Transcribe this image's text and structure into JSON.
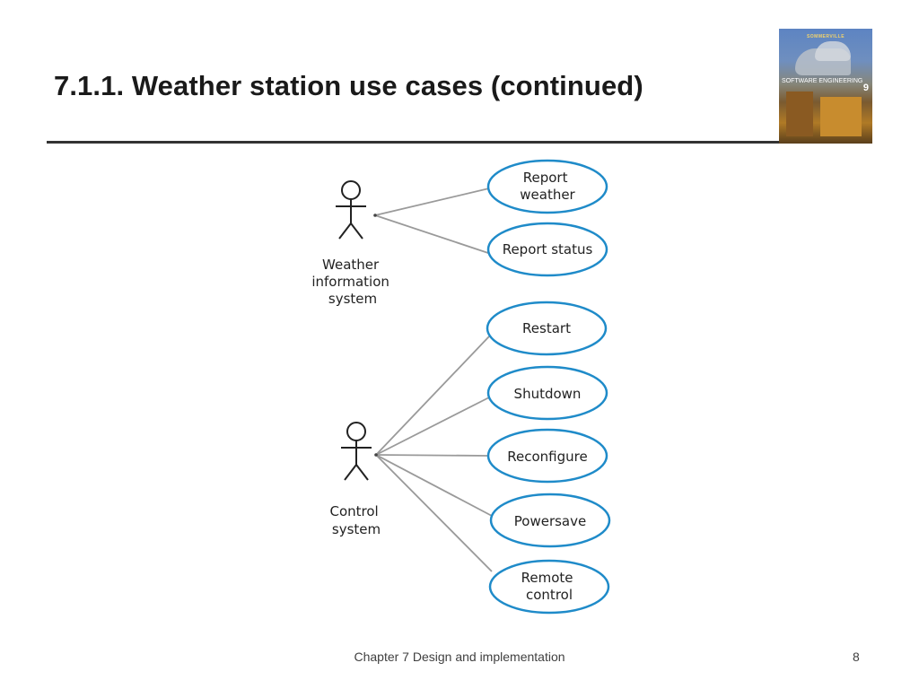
{
  "slide": {
    "title": "7.1.1. Weather station use cases (continued)",
    "footer": "Chapter 7 Design and implementation",
    "page_number": "8"
  },
  "book_cover": {
    "author": "SOMMERVILLE",
    "title": "SOFTWARE ENGINEERING",
    "edition": "9"
  },
  "diagram": {
    "actors": [
      {
        "id": "weather-information-system",
        "label_lines": [
          "Weather",
          "information",
          "system"
        ]
      },
      {
        "id": "control-system",
        "label_lines": [
          "Control",
          "system"
        ]
      }
    ],
    "use_cases": [
      {
        "actor": "weather-information-system",
        "label_lines": [
          "Report",
          "weather"
        ]
      },
      {
        "actor": "weather-information-system",
        "label_lines": [
          "Report status"
        ]
      },
      {
        "actor": "control-system",
        "label_lines": [
          "Restart"
        ]
      },
      {
        "actor": "control-system",
        "label_lines": [
          "Shutdown"
        ]
      },
      {
        "actor": "control-system",
        "label_lines": [
          "Reconfigure"
        ]
      },
      {
        "actor": "control-system",
        "label_lines": [
          "Powersave"
        ]
      },
      {
        "actor": "control-system",
        "label_lines": [
          "Remote",
          "control"
        ]
      }
    ],
    "colors": {
      "use_case_border": "#1f8bc9",
      "association_line": "#9a9a9a",
      "actor_stroke": "#222222"
    }
  }
}
